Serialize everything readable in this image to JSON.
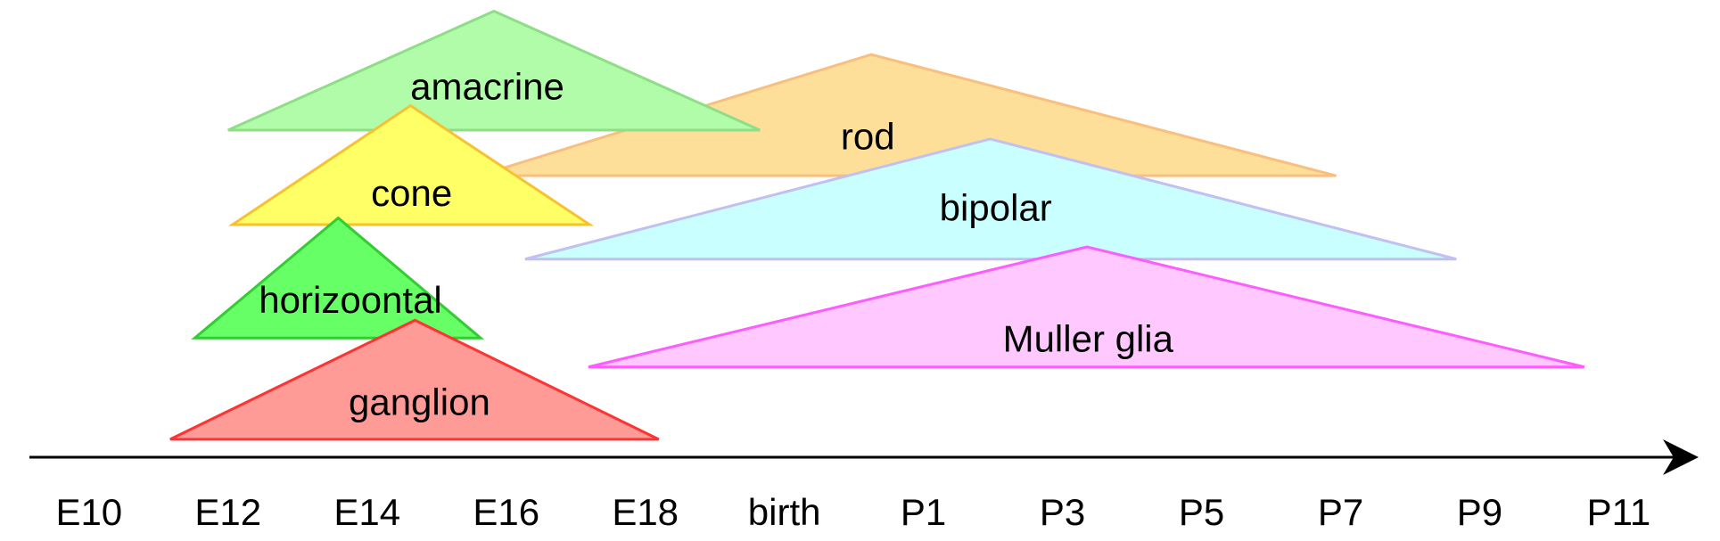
{
  "cell_types": [
    {
      "id": "rod",
      "label": "rod",
      "fill": "#fddf99",
      "stroke": "#f9bf7f"
    },
    {
      "id": "amacrine",
      "label": "amacrine",
      "fill": "#b1fca9",
      "stroke": "#8ede88"
    },
    {
      "id": "bipolar",
      "label": "bipolar",
      "fill": "#c9ffff",
      "stroke": "#c0c0f2"
    },
    {
      "id": "cone",
      "label": "cone",
      "fill": "#ffff66",
      "stroke": "#f6c232"
    },
    {
      "id": "muller",
      "label": "Muller glia",
      "fill": "#ffc9ff",
      "stroke": "#ff5cff"
    },
    {
      "id": "horizontal",
      "label": "horizoontal",
      "fill": "#66ff66",
      "stroke": "#33cc33"
    },
    {
      "id": "ganglion",
      "label": "ganglion",
      "fill": "#ff9b97",
      "stroke": "#ff3333"
    }
  ],
  "axis": {
    "ticks": [
      "E10",
      "E12",
      "E14",
      "E16",
      "E18",
      "birth",
      "P1",
      "P3",
      "P5",
      "P7",
      "P9",
      "P11"
    ],
    "color": "#000000"
  }
}
